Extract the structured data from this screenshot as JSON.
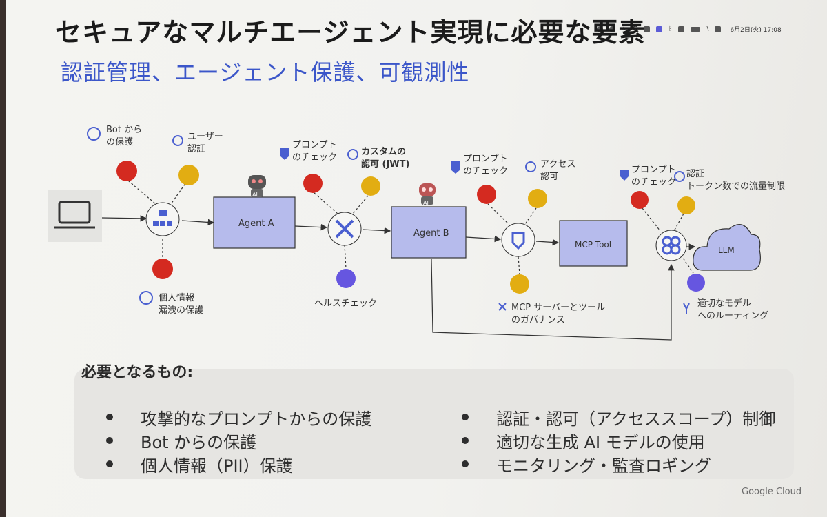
{
  "slide": {
    "title": "セキュアなマルチエージェント実現に必要な要素",
    "subtitle": "認証管理、エージェント保護、可観測性",
    "footer_brand": "Google Cloud"
  },
  "system_bar": {
    "date_time": "6月2日(火) 17:08"
  },
  "diagram": {
    "nodes": {
      "agent_a": "Agent A",
      "agent_b": "Agent B",
      "mcp_tool": "MCP Tool",
      "llm": "LLM",
      "ai_badge": "AI"
    },
    "labels": {
      "bot_protection": "Bot から\nの保護",
      "user_auth": "ユーザー\n認証",
      "pii_protection": "個人情報\n漏洩の保護",
      "prompt_check_1": "プロンプト\nのチェック",
      "custom_authz": "カスタムの\n認可 (JWT)",
      "health_check": "ヘルスチェック",
      "prompt_check_2": "プロンプト\nのチェック",
      "access_authz": "アクセス\n認可",
      "mcp_governance": "MCP サーバーとツール\nのガバナンス",
      "prompt_check_3": "プロンプト\nのチェック",
      "token_rate_limit": "認証\nトークン数での流量制限",
      "model_routing": "適切なモデル\nへのルーティング"
    },
    "colors": {
      "red": "#d42a20",
      "yellow": "#e2ad12",
      "purple": "#6656e0",
      "node_fill": "#b6bbec",
      "node_border": "#333333",
      "accent_blue": "#3b56c9"
    }
  },
  "requirements": {
    "heading": "必要となるもの:",
    "left": [
      "攻撃的なプロンプトからの保護",
      "Bot からの保護",
      "個人情報（PII）保護"
    ],
    "right": [
      "認証・認可（アクセススコープ）制御",
      "適切な生成 AI モデルの使用",
      "モニタリング・監査ロギング"
    ]
  }
}
